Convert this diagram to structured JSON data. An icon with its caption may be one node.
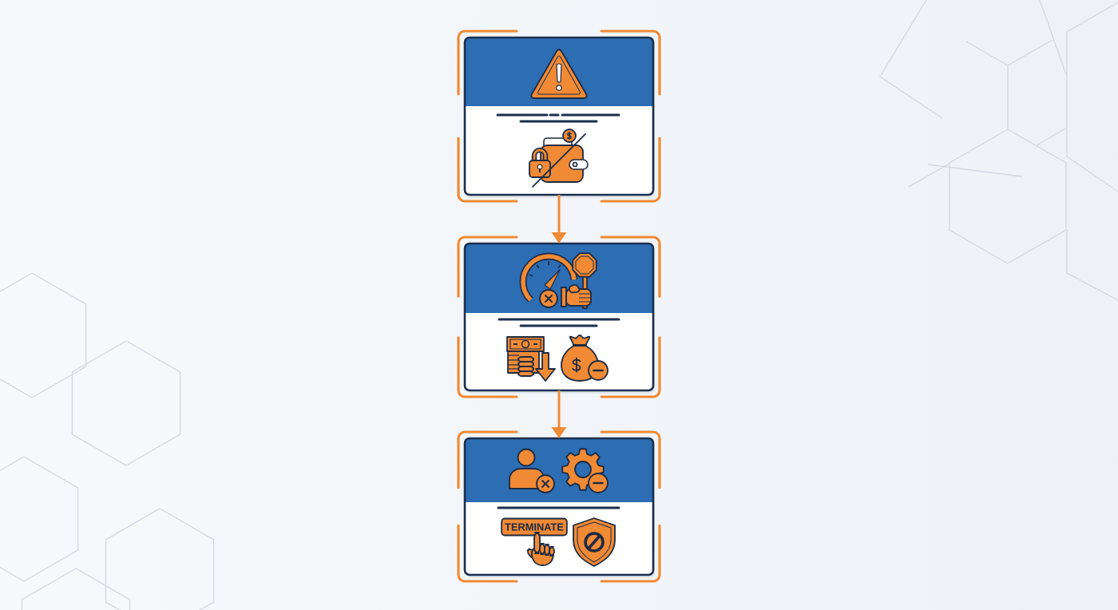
{
  "diagram": {
    "nodes": [
      {
        "text": [],
        "shape": "box"
      },
      {
        "text": [],
        "shape": "box"
      },
      {
        "text": [],
        "shape": "box"
      },
      {
        "text": [
          "TERMINATE"
        ],
        "in": 2
      }
    ],
    "edges": [
      {
        "from": 0,
        "to": 1,
        "arrow": "to"
      },
      {
        "from": 1,
        "to": 2,
        "arrow": "to"
      }
    ]
  }
}
